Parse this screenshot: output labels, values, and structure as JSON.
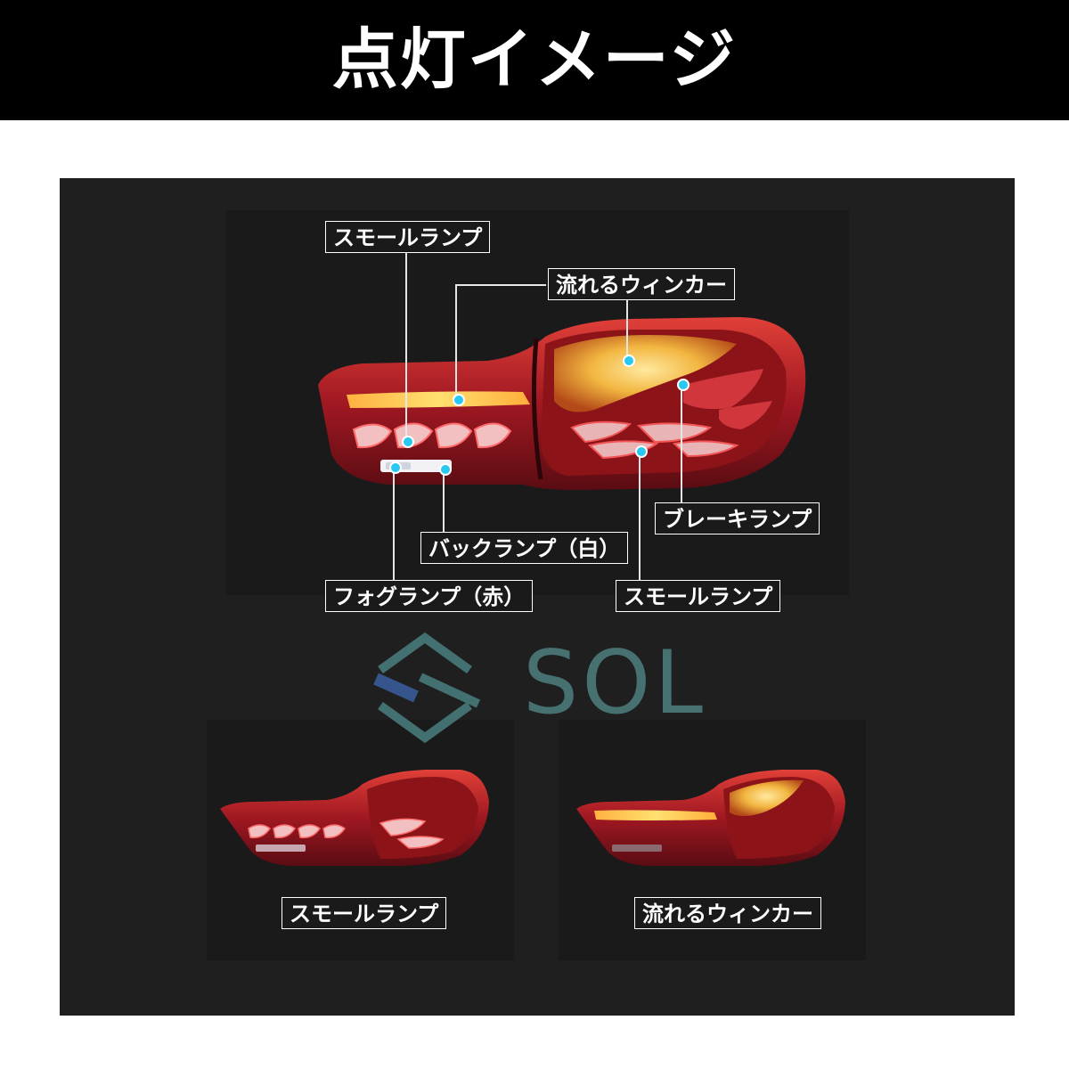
{
  "header": {
    "title": "点灯イメージ"
  },
  "callouts": {
    "small_lamp_top": "スモールランプ",
    "flowing_winker_top": "流れるウィンカー",
    "brake_lamp": "ブレーキランプ",
    "back_lamp": "バックランプ（白）",
    "fog_lamp": "フォグランプ（赤）",
    "small_lamp_bottom": "スモールランプ"
  },
  "logo": {
    "text": "SOL"
  },
  "captions": {
    "left": "スモールランプ",
    "right": "流れるウィンカー"
  },
  "colors": {
    "header_bg": "#000000",
    "panel_bg": "#1f1f1f",
    "marker": "#28c8f0",
    "lamp_red": "#c8262c",
    "lamp_amber": "#f2b640"
  }
}
